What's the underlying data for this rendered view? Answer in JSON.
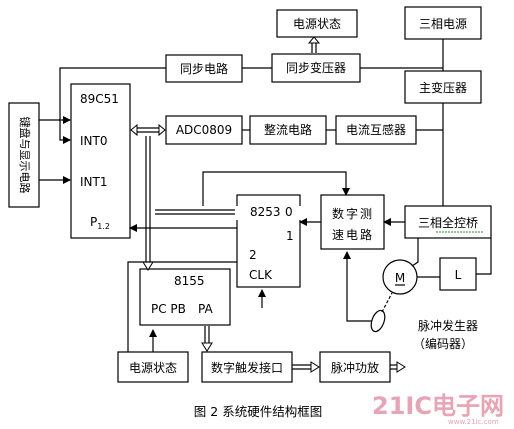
{
  "blocks": {
    "power_status_top": "电源状态",
    "three_phase_power": "三相电源",
    "sync_circuit": "同步电路",
    "sync_transformer": "同步变压器",
    "main_transformer": "主变压器",
    "side_interface": "键盘与显示电路",
    "mcu": "89C51",
    "int0": "INT0",
    "int1": "INT1",
    "p12": "P",
    "p12_sub": "1.2",
    "adc": "ADC0809",
    "rectifier": "整流电路",
    "current_transformer": "电流互感器",
    "timer_chip": "8253",
    "timer_zero": "0",
    "timer_one": "1",
    "timer_two": "2",
    "clk": "CLK",
    "speed_line1": "数字测",
    "speed_line2": "速电路",
    "bridge": "三相全控桥",
    "motor": "M",
    "load": "L",
    "ppi": "8155",
    "ports_left": "PC PB",
    "ports_right": "PA",
    "power_status_bottom": "电源状态",
    "trigger_interface": "数字触发接口",
    "pulse_amp": "脉冲功放",
    "encoder_line1": "脉冲发生器",
    "encoder_line2": "（编码器）"
  },
  "caption": "图 2  系统硬件结构框图",
  "watermark": "21IC电子网",
  "watermark_url": "www.21ic.com",
  "colors": {
    "line": "#000000",
    "watermark": "#e8a3b4",
    "bridge_underline": "#2e8b2e"
  }
}
